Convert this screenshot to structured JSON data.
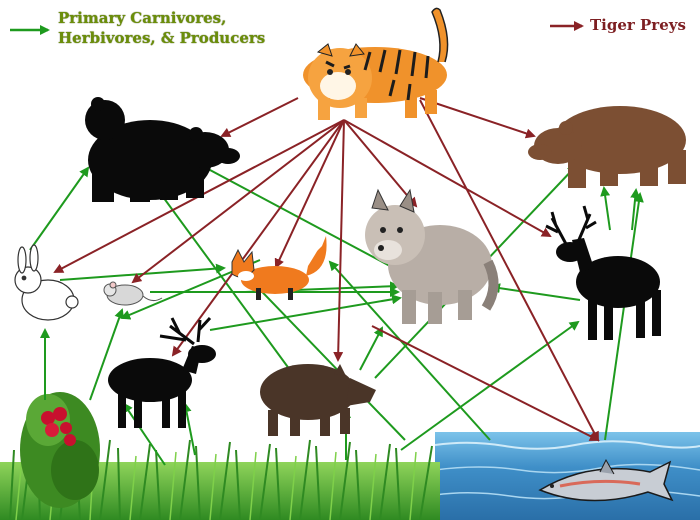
{
  "legend": {
    "green_line1": "Primary Carnivores,",
    "green_line2": "Herbivores, & Producers",
    "red_label": "Tiger Preys"
  },
  "colors": {
    "green_arrow": "#1e9a1e",
    "red_arrow": "#8a2226",
    "legend_green_text": "#6b8e0a",
    "legend_red_text": "#7d1f22",
    "water": "#3f8fc8",
    "grass": "#3da030"
  },
  "organisms": [
    "tiger",
    "black-bear",
    "brown-bear",
    "wolf",
    "deer",
    "rabbit",
    "mouse",
    "fox",
    "elk",
    "boar",
    "salmon",
    "berry-bush",
    "grass"
  ]
}
